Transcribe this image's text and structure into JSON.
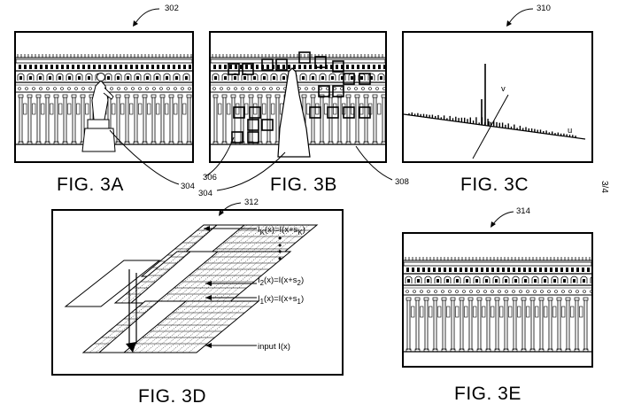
{
  "figures": {
    "fig3a": {
      "label": "FIG. 3A",
      "ref_panel": "302",
      "ref_statue": "304"
    },
    "fig3b": {
      "label": "FIG. 3B",
      "ref_boxes": "306",
      "ref_object": "304",
      "ref_background": "308"
    },
    "fig3c": {
      "label": "FIG. 3C",
      "ref_panel": "310",
      "axis_u": "u",
      "axis_v": "v"
    },
    "fig3d": {
      "label": "FIG. 3D",
      "ref_panel": "312",
      "layer_k": "I<sub>K</sub>(x)=I(x+s<sub>K</sub>)",
      "layer_2": "I<sub>2</sub>(x)=I(x+s<sub>2</sub>)",
      "layer_1": "I<sub>1</sub>(x)=I(x+s<sub>1</sub>)",
      "input": "input I(x)"
    },
    "fig3e": {
      "label": "FIG. 3E",
      "ref_panel": "314"
    }
  },
  "sheet_number": "3/4"
}
